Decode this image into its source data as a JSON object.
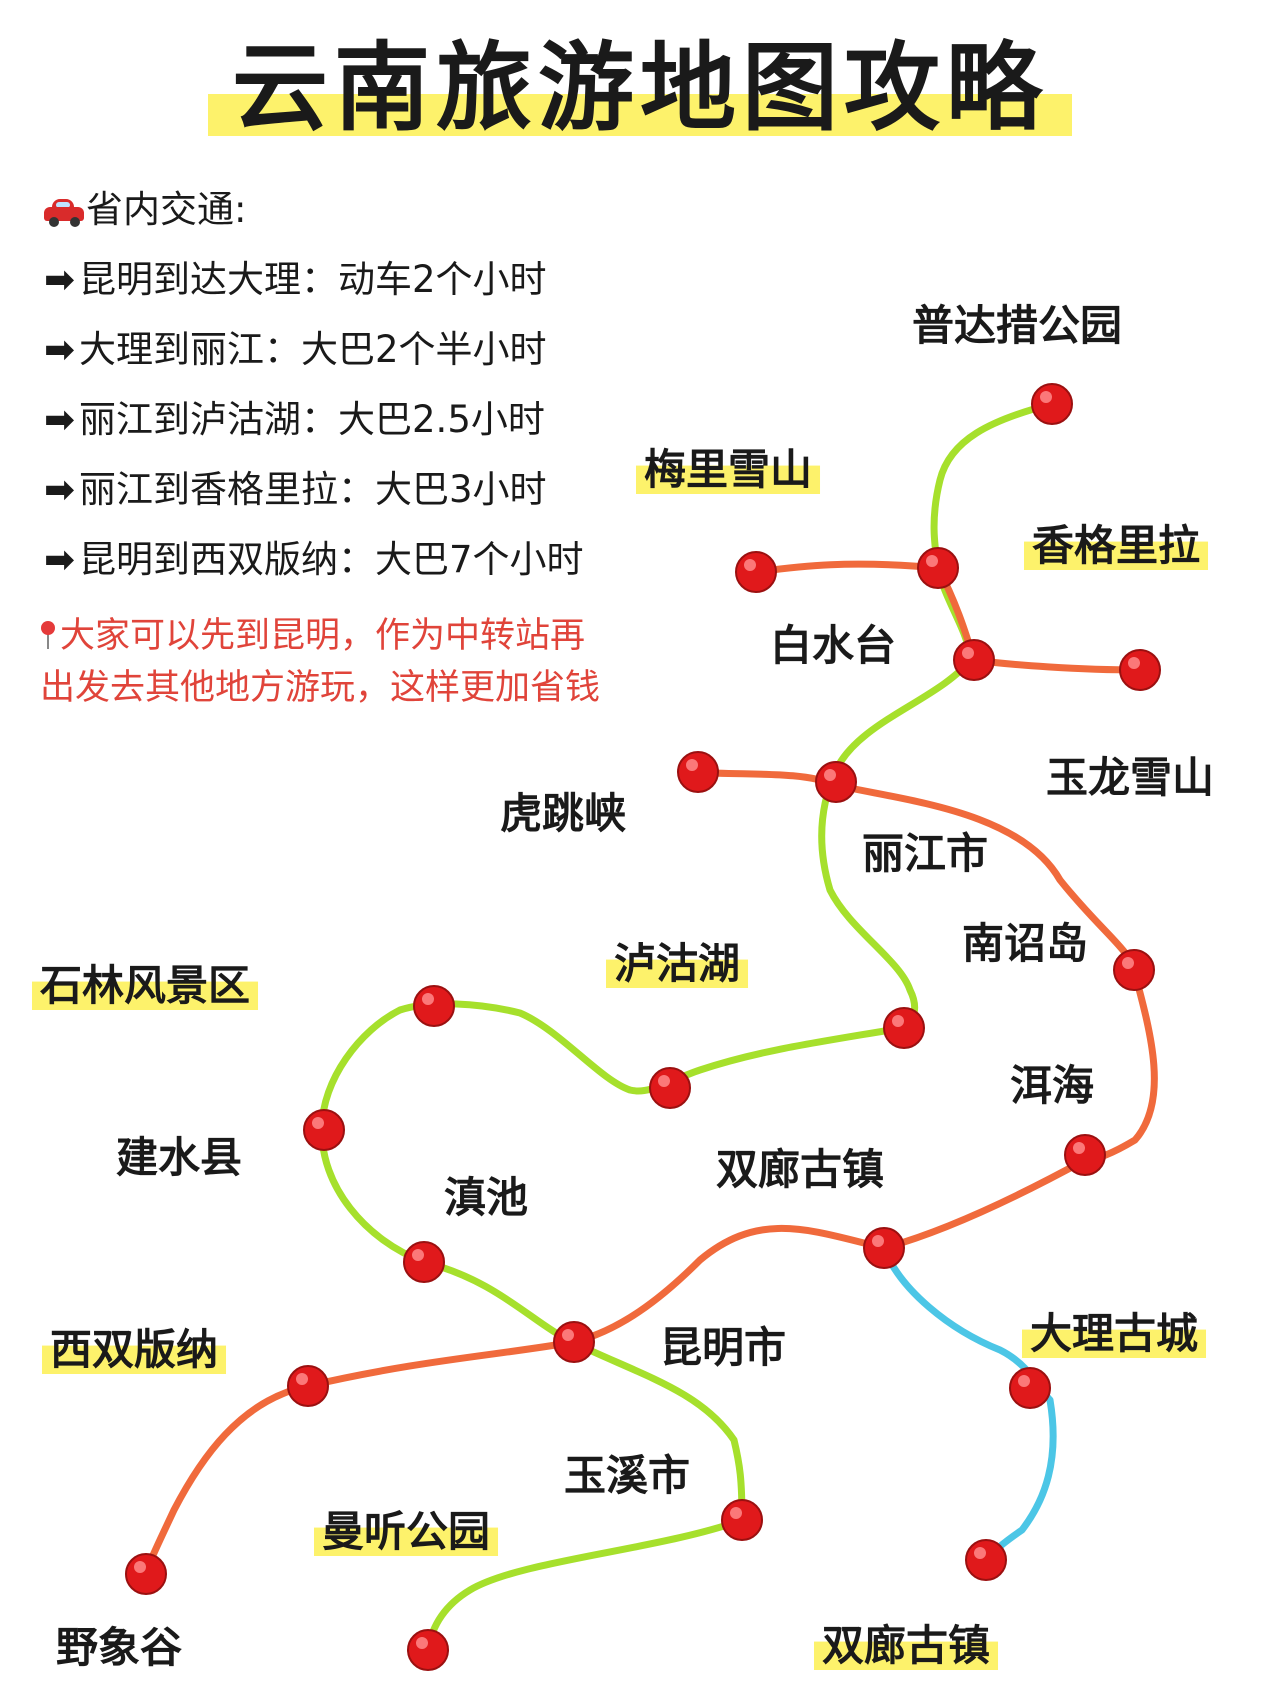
{
  "title": "云南旅游地图攻略",
  "transport": {
    "heading": "省内交通:",
    "heading_icon": "car-icon",
    "arrow_glyph": "➡",
    "routes": [
      "昆明到达大理：动车2个小时",
      "大理到丽江：大巴2个半小时",
      "丽江到泸沽湖：大巴2.5小时",
      "丽江到香格里拉：大巴3小时",
      "昆明到西双版纳：大巴7个小时"
    ]
  },
  "tip": {
    "icon": "pin-icon",
    "text": "大家可以先到昆明，作为中转站再出发去其他地方游玩，这样更加省钱"
  },
  "colors": {
    "green_route": "#a6e02c",
    "orange_route": "#f06a3c",
    "blue_route": "#4cc6e6",
    "marker": "#e0191b",
    "highlight": "#fdf26b",
    "tip_text": "#e0443a"
  },
  "map": {
    "labels": [
      {
        "id": "pudacuo",
        "text": "普达措公园",
        "highlight": false
      },
      {
        "id": "meili",
        "text": "梅里雪山",
        "highlight": true
      },
      {
        "id": "shangri-la",
        "text": "香格里拉",
        "highlight": true
      },
      {
        "id": "baishuitai",
        "text": "白水台",
        "highlight": false
      },
      {
        "id": "yulong",
        "text": "玉龙雪山",
        "highlight": false
      },
      {
        "id": "hutiaoxia",
        "text": "虎跳峡",
        "highlight": false
      },
      {
        "id": "lijiang",
        "text": "丽江市",
        "highlight": false
      },
      {
        "id": "nanzhao",
        "text": "南诏岛",
        "highlight": false
      },
      {
        "id": "lugu",
        "text": "泸沽湖",
        "highlight": true
      },
      {
        "id": "shilin",
        "text": "石林风景区",
        "highlight": true
      },
      {
        "id": "erhai",
        "text": "洱海",
        "highlight": false
      },
      {
        "id": "jianshui",
        "text": "建水县",
        "highlight": false
      },
      {
        "id": "shuanglang1",
        "text": "双廊古镇",
        "highlight": false
      },
      {
        "id": "dianchi",
        "text": "滇池",
        "highlight": false
      },
      {
        "id": "dali",
        "text": "大理古城",
        "highlight": true
      },
      {
        "id": "xishuangbanna",
        "text": "西双版纳",
        "highlight": true
      },
      {
        "id": "kunming",
        "text": "昆明市",
        "highlight": false
      },
      {
        "id": "yuxi",
        "text": "玉溪市",
        "highlight": false
      },
      {
        "id": "mantin",
        "text": "曼听公园",
        "highlight": true
      },
      {
        "id": "yexianggu",
        "text": "野象谷",
        "highlight": false
      },
      {
        "id": "shuanglang2",
        "text": "双廊古镇",
        "highlight": true
      }
    ]
  }
}
